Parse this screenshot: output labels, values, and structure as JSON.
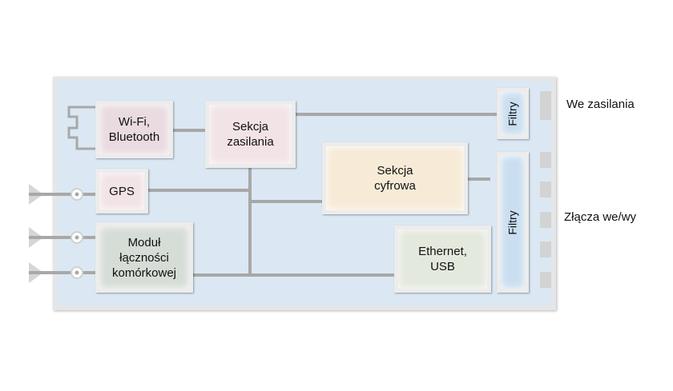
{
  "colors": {
    "board": "#dbe8f3",
    "board_border": "#e6e6e6",
    "wire": "#a8a8a8",
    "wifi": "#e9dbe0",
    "power": "#f2e3e6",
    "digital": "#f7ebd8",
    "gps": "#f2e3e6",
    "cellular": "#d6dcd6",
    "ethernet": "#e4e9dd",
    "filter": "#c9def0"
  },
  "blocks": {
    "wifi": "Wi-Fi,\nBluetooth",
    "power": "Sekcja\nzasilania",
    "digital": "Sekcja\ncyfrowa",
    "gps": "GPS",
    "cellular": "Moduł\nłączności\nkomórkowej",
    "ethernet": "Ethernet,\nUSB",
    "filter_top": "Filtry",
    "filter_bottom": "Filtry"
  },
  "labels": {
    "power_input": "We zasilania",
    "io_connectors": "Złącza we/wy"
  },
  "icons": [
    "pcb-antenna-icon",
    "antenna-icon",
    "antenna-icon",
    "antenna-icon"
  ]
}
